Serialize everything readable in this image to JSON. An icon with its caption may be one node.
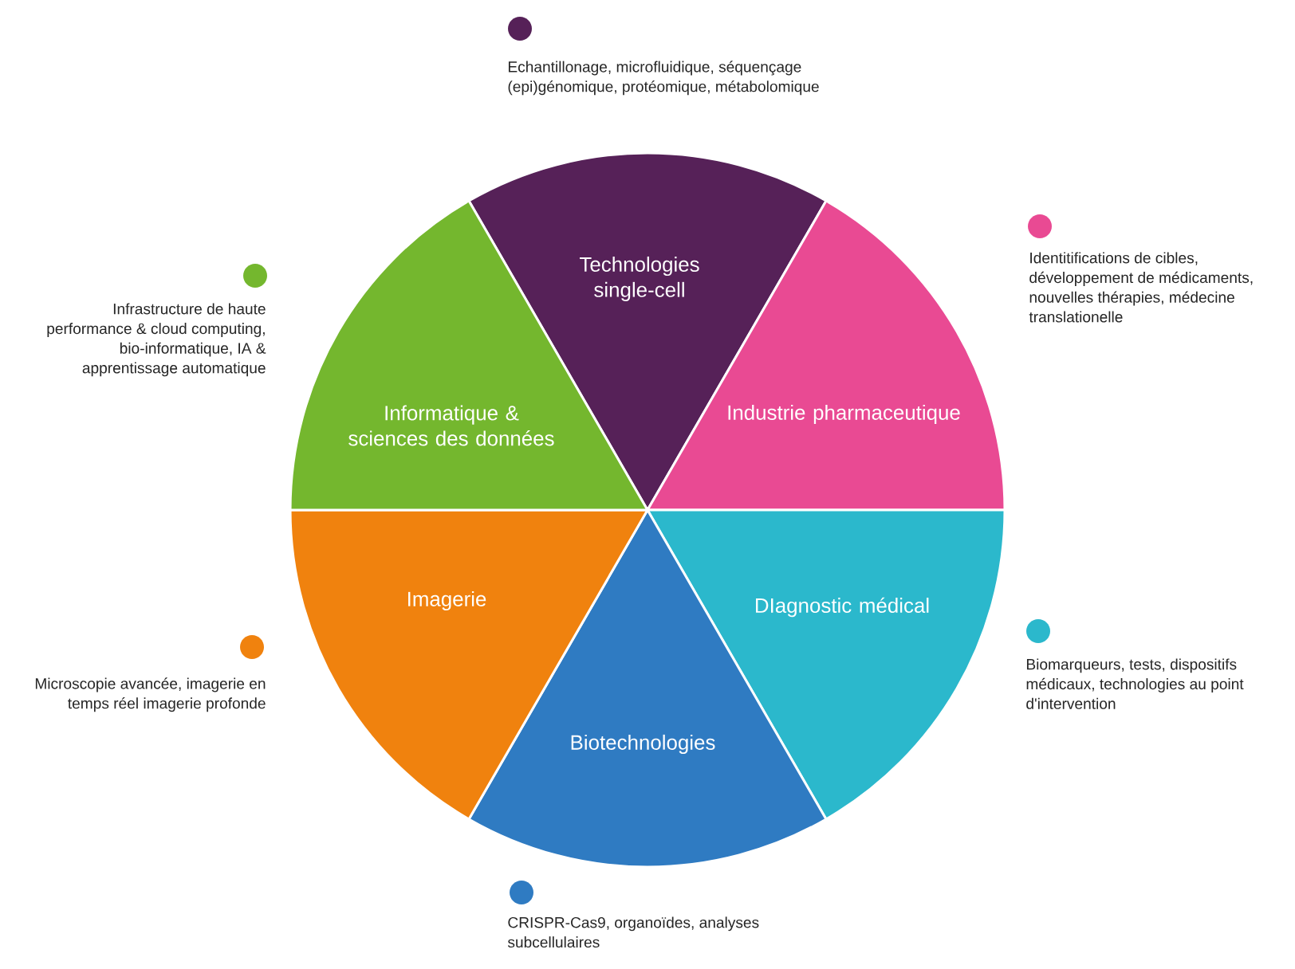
{
  "diagram": {
    "nodes": [
      {
        "text": [
          "Technologies single-cell"
        ],
        "beside": [
          "Echantillonage, microfluidique, séquençage (epi)génomique, protéomique, métabolomique"
        ]
      },
      {
        "text": [
          "Industrie pharmaceutique"
        ],
        "beside": [
          "Identitifications de cibles, développement de médicaments, nouvelles thérapies, médecine translationelle"
        ]
      },
      {
        "text": [
          "DIagnostic médical"
        ],
        "beside": [
          "Biomarqueurs, tests, dispositifs médicaux, technologies au point d'intervention"
        ]
      },
      {
        "text": [
          "Biotechnologies"
        ],
        "beside": [
          "CRISPR-Cas9, organoïdes, analyses subcellulaires"
        ]
      },
      {
        "text": [
          "Imagerie"
        ],
        "beside": [
          "Microscopie avancée, imagerie en temps réel imagerie profonde"
        ]
      },
      {
        "text": [
          "Informatique & sciences des données"
        ],
        "beside": [
          "Infrastructure de haute performance & cloud computing, bio-informatique, IA & apprentissage automatique"
        ]
      }
    ]
  }
}
